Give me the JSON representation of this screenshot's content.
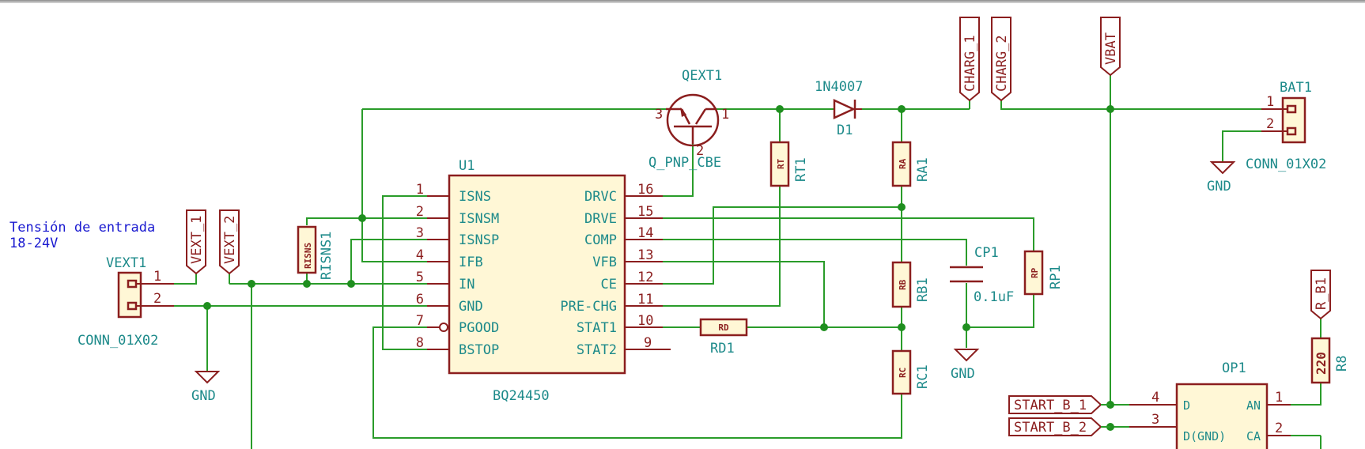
{
  "note": {
    "line1": "Tensión de entrada",
    "line2": "18-24V"
  },
  "u1": {
    "ref": "U1",
    "value": "BQ24450",
    "left_pins": [
      {
        "num": "1",
        "name": "ISNS"
      },
      {
        "num": "2",
        "name": "ISNSM"
      },
      {
        "num": "3",
        "name": "ISNSP"
      },
      {
        "num": "4",
        "name": "IFB"
      },
      {
        "num": "5",
        "name": "IN"
      },
      {
        "num": "6",
        "name": "GND"
      },
      {
        "num": "7",
        "name": "PGOOD"
      },
      {
        "num": "8",
        "name": "BSTOP"
      }
    ],
    "right_pins": [
      {
        "num": "16",
        "name": "DRVC"
      },
      {
        "num": "15",
        "name": "DRVE"
      },
      {
        "num": "14",
        "name": "COMP"
      },
      {
        "num": "13",
        "name": "VFB"
      },
      {
        "num": "12",
        "name": "CE"
      },
      {
        "num": "11",
        "name": "PRE-CHG"
      },
      {
        "num": "10",
        "name": "STAT1"
      },
      {
        "num": "9",
        "name": "STAT2"
      }
    ]
  },
  "qext1": {
    "ref": "QEXT1",
    "value": "Q_PNP_CBE",
    "pin_b": "2",
    "pin_e": "3",
    "pin_c": "1"
  },
  "d1": {
    "ref": "D1",
    "value": "1N4007"
  },
  "rt1": {
    "ref": "RT1",
    "value": "RT"
  },
  "ra1": {
    "ref": "RA1",
    "value": "RA"
  },
  "rb1": {
    "ref": "RB1",
    "value": "RB"
  },
  "rc1": {
    "ref": "RC1",
    "value": "RC"
  },
  "rd1": {
    "ref": "RD1",
    "value": "RD"
  },
  "rp1": {
    "ref": "RP1",
    "value": "RP"
  },
  "risns1": {
    "ref": "RISNS1",
    "value": "RISNS"
  },
  "cp1": {
    "ref": "CP1",
    "value": "0.1uF"
  },
  "vext1": {
    "ref": "VEXT1",
    "value": "CONN_01X02",
    "pin1": "1",
    "pin2": "2"
  },
  "bat1": {
    "ref": "BAT1",
    "value": "CONN_01X02",
    "pin1": "1",
    "pin2": "2"
  },
  "r8": {
    "ref": "R8",
    "value": "220"
  },
  "op1": {
    "ref": "OP1",
    "pins": [
      {
        "num": "4",
        "name": "D"
      },
      {
        "num": "3",
        "name": "D(GND)"
      },
      {
        "num": "1",
        "name": "AN"
      },
      {
        "num": "2",
        "name": "CA"
      }
    ]
  },
  "labels": {
    "vext_1": "VEXT_1",
    "vext_2": "VEXT_2",
    "charg_1": "CHARG_1",
    "charg_2": "CHARG_2",
    "vbat": "VBAT",
    "r_b1": "R_B1",
    "start_b_1": "START_B_1",
    "start_b_2": "START_B_2"
  },
  "gnd": {
    "label": "GND"
  }
}
